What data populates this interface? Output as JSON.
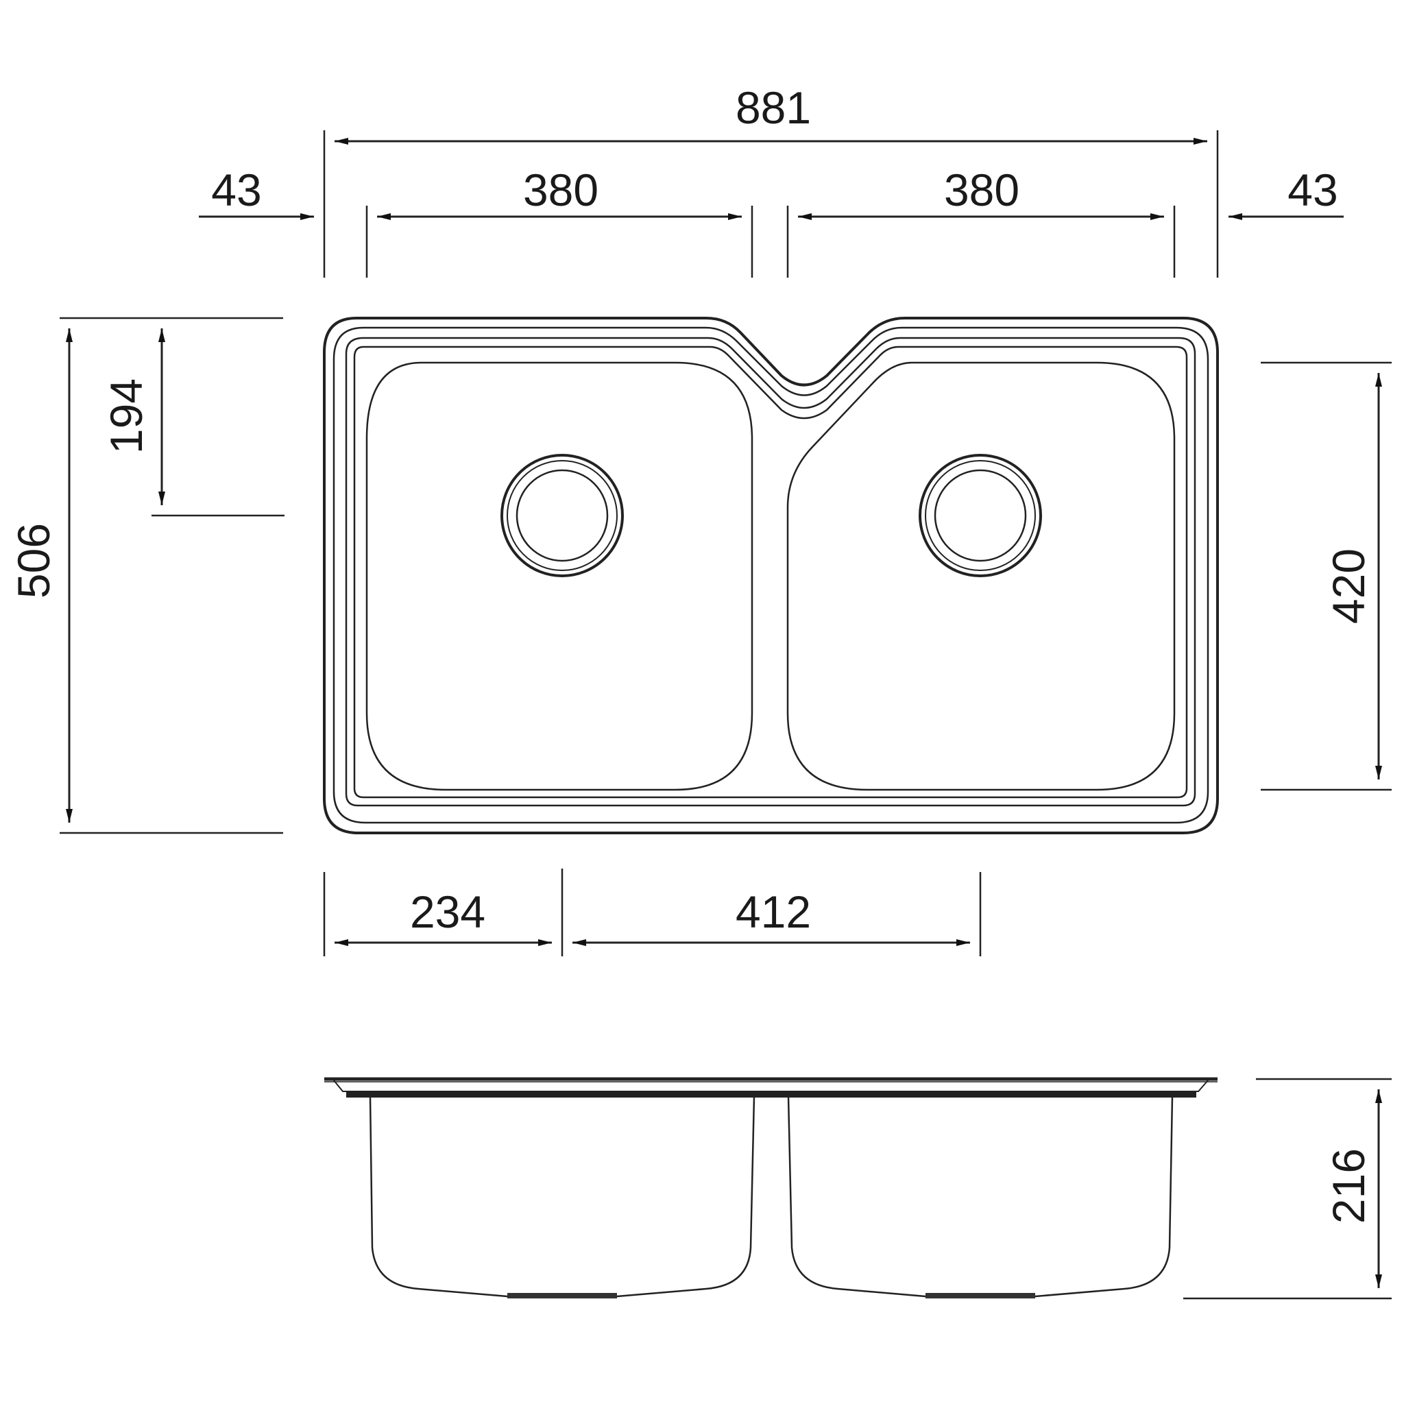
{
  "drawing": {
    "title": "",
    "units": "mm",
    "colors": {
      "line": "#222222",
      "background": "#ffffff"
    }
  },
  "top_view": {
    "overall_width": "881",
    "left_margin": "43",
    "right_margin": "43",
    "left_bowl_width": "380",
    "right_bowl_width": "380",
    "overall_depth": "506",
    "drain_offset_from_back": "194",
    "bowl_depth": "420",
    "left_drain_from_edge": "234",
    "drain_spacing": "412"
  },
  "side_view": {
    "bowl_height": "216"
  }
}
